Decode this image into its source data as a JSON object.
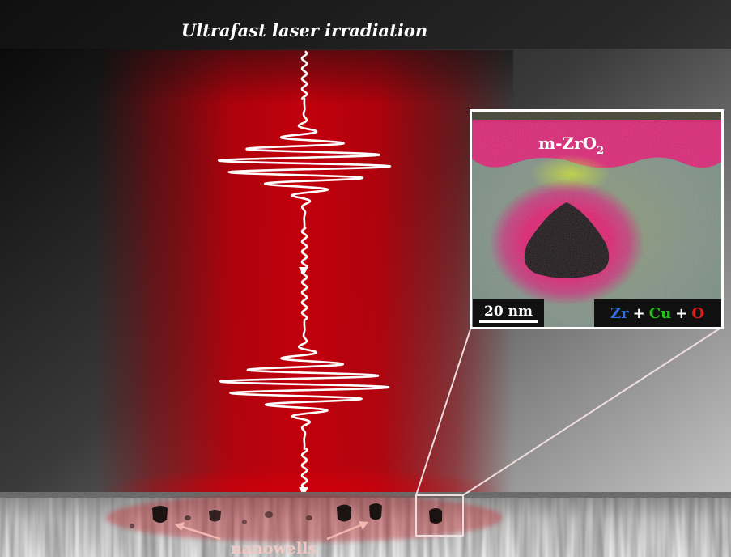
{
  "figure": {
    "title": "Ultrafast laser irradiation",
    "label_bottom": "nanowells",
    "inset": {
      "phase_label": "m-ZrO",
      "phase_subscript": "2",
      "scale_bar": "20 nm",
      "legend": {
        "zr": "Zr",
        "plus1": "+",
        "cu": "Cu",
        "plus2": "+",
        "o": "O"
      }
    },
    "colors": {
      "beam": "#b3000a",
      "zr": "#2f6fe0",
      "cu": "#22c21a",
      "o": "#e01818",
      "magenta": "#e4156d"
    }
  }
}
